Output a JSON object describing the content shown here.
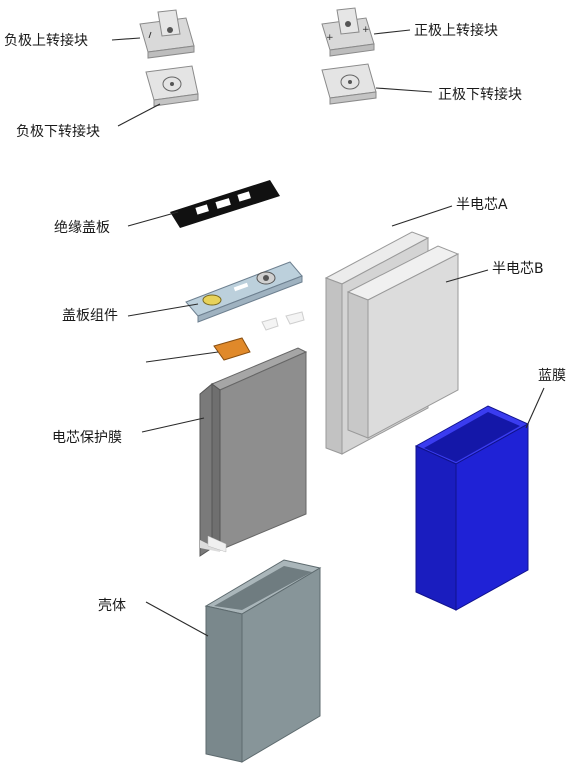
{
  "labels": {
    "neg_upper_tab": "负极上转接块",
    "pos_upper_tab": "正极上转接块",
    "neg_lower_tab": "负极下转接块",
    "pos_lower_tab": "正极下转接块",
    "insulation_cover": "绝缘盖板",
    "half_core_a": "半电芯A",
    "half_core_b": "半电芯B",
    "cover_assembly": "盖板组件",
    "blue_film": "蓝膜",
    "core_protect_film": "电芯保护膜",
    "shell": "壳体"
  },
  "colors": {
    "blue_film": "#1f22d6",
    "shell": "#7d8c90",
    "protect_film": "#8b8b8b",
    "half_core": "#dcdcdc",
    "insulation": "#111111",
    "cover_plate": "#bcd0dc",
    "tab_connector": "#e0892a"
  }
}
